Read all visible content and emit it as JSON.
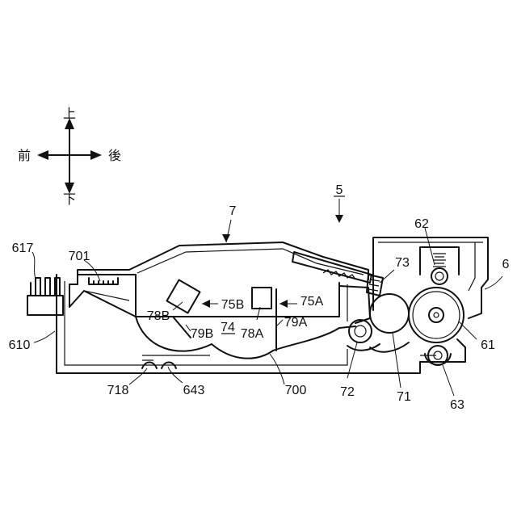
{
  "directions": {
    "up": "上",
    "down": "下",
    "front": "前",
    "back": "後"
  },
  "labels": {
    "l5": "5",
    "l6": "6",
    "l7": "7",
    "l617": "617",
    "l610": "610",
    "l701": "701",
    "l78B": "78B",
    "l75B": "75B",
    "l79B": "79B",
    "l74": "74",
    "l78A": "78A",
    "l79A": "79A",
    "l75A": "75A",
    "l73": "73",
    "l62": "62",
    "l61": "61",
    "l72": "72",
    "l71": "71",
    "l63": "63",
    "l700": "700",
    "l718": "718",
    "l643": "643"
  }
}
